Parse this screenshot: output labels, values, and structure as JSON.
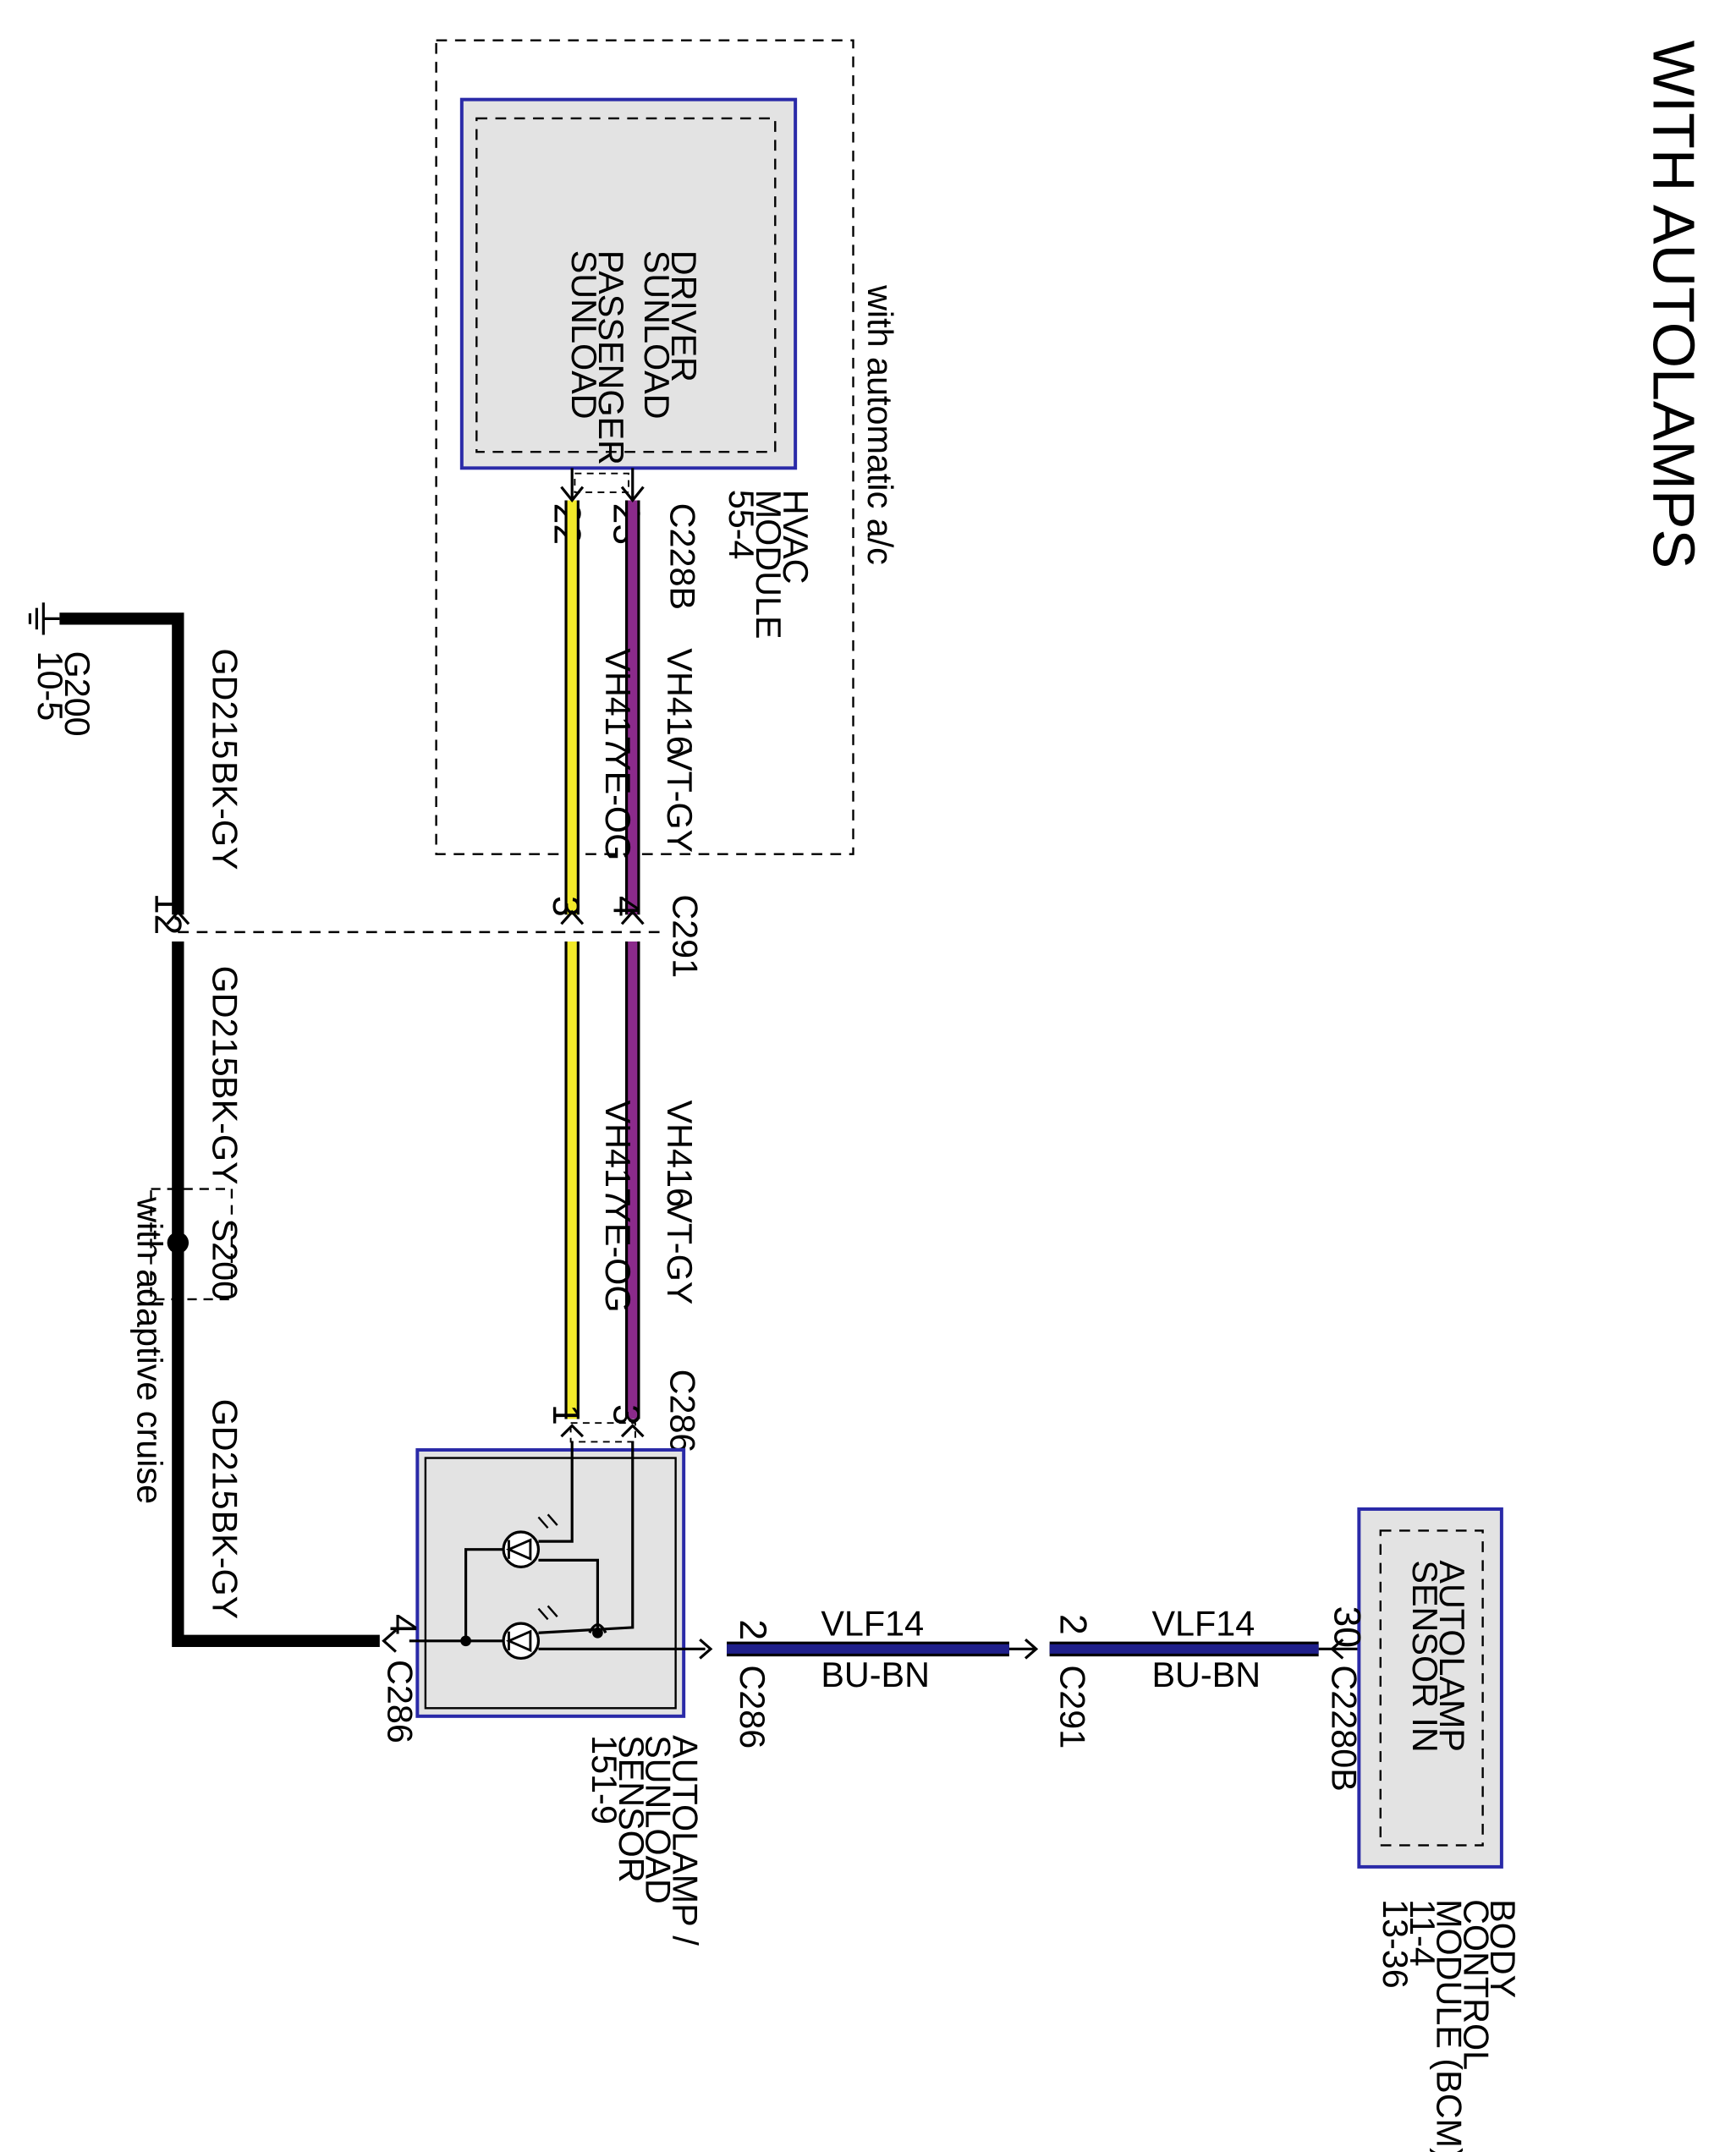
{
  "title": "WITH AUTOLAMPS",
  "colors": {
    "wire_black": "#000000",
    "wire_yellow": "#f2ea2a",
    "wire_violet": "#8b2a8b",
    "wire_blue": "#1f1f8a",
    "module_fill": "#e3e3e3",
    "module_border": "#2a2aa8"
  },
  "hvac": {
    "option": "with automatic a/c",
    "name": [
      "HVAC",
      "MODULE",
      "55-4"
    ],
    "inputs": [
      "DRIVER",
      "SUNLOAD",
      "PASSENGER",
      "SUNLOAD"
    ],
    "connector": "C228B",
    "pin_driver": "23",
    "pin_passenger": "22"
  },
  "wires": {
    "vh416": {
      "circuit": "VH416",
      "color": "VT-GY"
    },
    "vh417": {
      "circuit": "VH417",
      "color": "YE-OG"
    },
    "gd215": {
      "circuit": "GD215",
      "color": "BK-GY"
    },
    "vlf14": {
      "circuit": "VLF14",
      "color": "BU-BN"
    }
  },
  "c291": {
    "connector": "C291",
    "pin_vh416": "4",
    "pin_vh417": "3",
    "pin_gd215": "12",
    "pin_vlf14": "2"
  },
  "ground": {
    "name": "G200",
    "page": "10-5"
  },
  "splice": {
    "name": "S200",
    "option": "with adaptive cruise"
  },
  "sensor": {
    "name": [
      "AUTOLAMP /",
      "SUNLOAD",
      "SENSOR",
      "151-9"
    ],
    "connector": "C286",
    "pin_vh416": "3",
    "pin_vh417": "1",
    "pin_gnd": "4",
    "pin_out": "2"
  },
  "bcm": {
    "name": [
      "BODY",
      "CONTROL",
      "MODULE (BCM)",
      "11-4",
      "13-36"
    ],
    "input": [
      "AUTOLAMP",
      "SENSOR IN"
    ],
    "connector": "C2280B",
    "pin": "30"
  }
}
